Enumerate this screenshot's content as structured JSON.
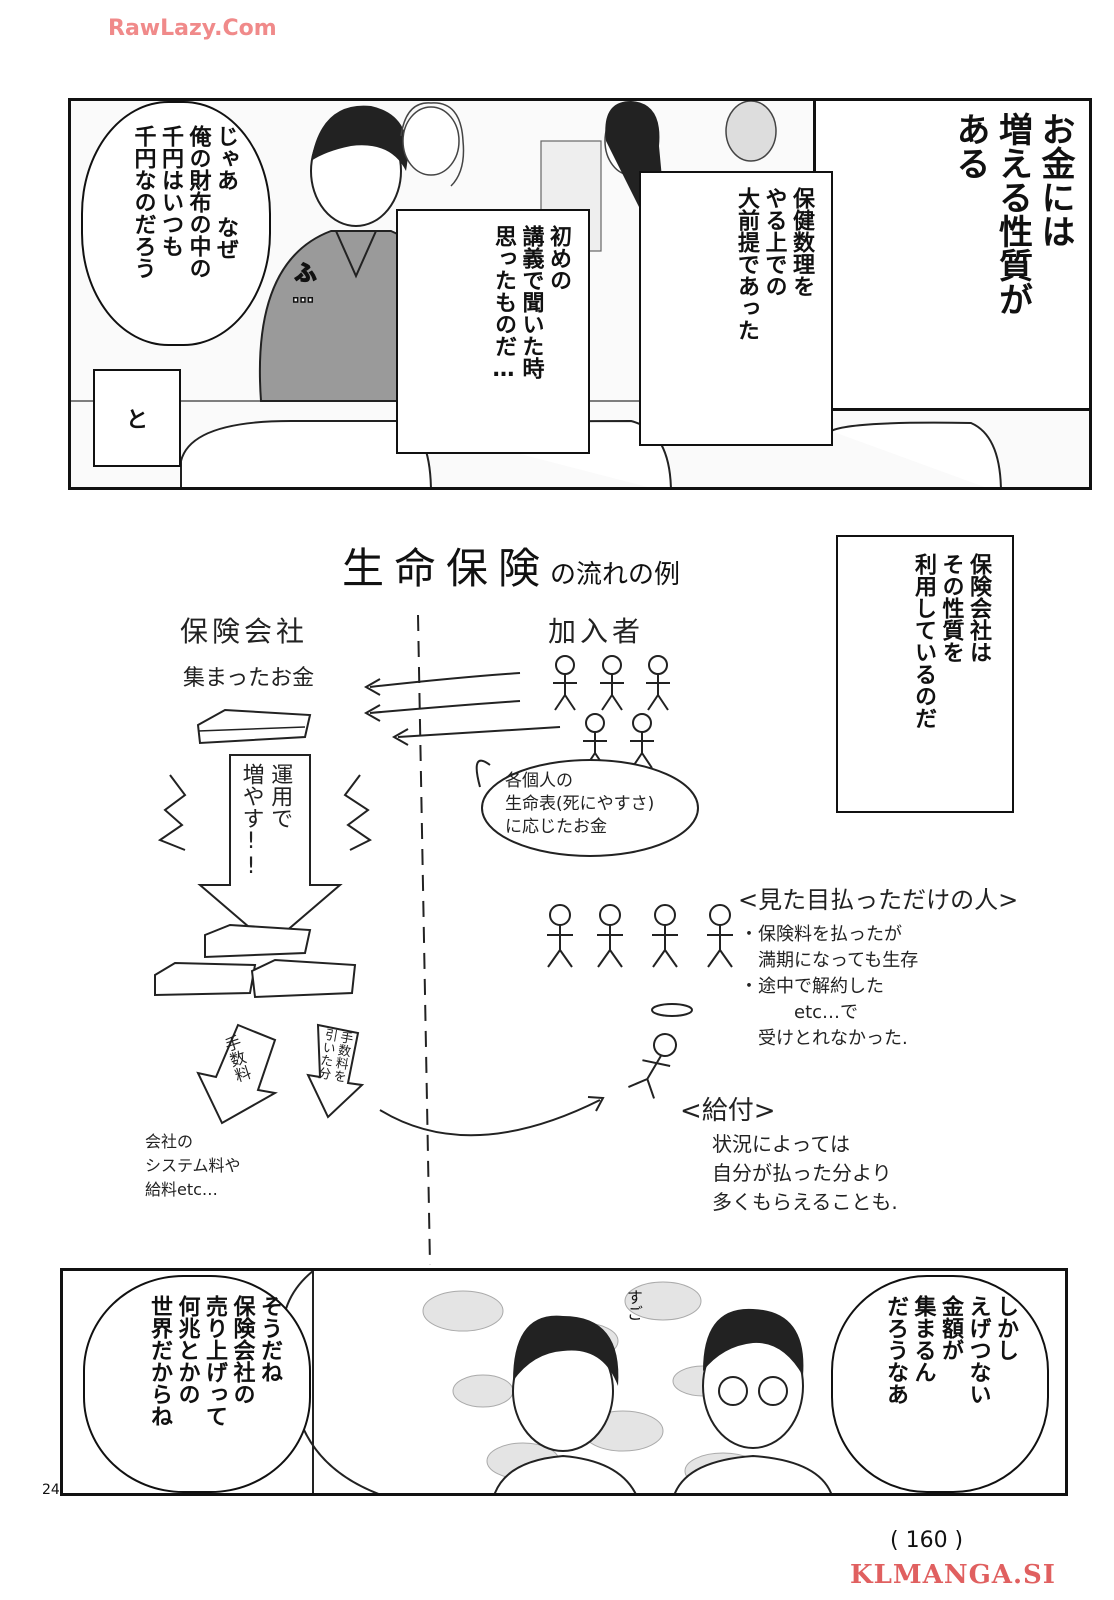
{
  "watermark_top": "RawLazy.Com",
  "watermark_bottom": "KLMANGA.SI",
  "page_num_left": "24",
  "page_num_right": "( 160 )",
  "panel1": {
    "narration_right": "お金には\n増える性質が\nある",
    "narration_mid": "保健数理を\nやる上での\n大前提であった",
    "narration_left": "初めの\n講義で聞いた時\n思ったものだ…",
    "bubble": "じゃあ なぜ\n俺の財布の中の\n千円はいつも\n千円なのだろう",
    "sfx": "ふ…",
    "small_box": "と"
  },
  "diagram": {
    "title_big": "生命保険",
    "title_small": "の流れの例",
    "company_label": "保険会社",
    "collected_money": "集まったお金",
    "member_label": "加入者",
    "member_bubble": "各個人の\n生命表(死にやすさ)\nに応じたお金",
    "arrow_label": "運用で\n増やす!!",
    "fee_arrow": "手数料",
    "net_arrow": "手数料を\n引いた分",
    "fee_note": "会社の\nシステム料や\n給料etc…",
    "side_box": "保険会社は\nその性質を\n利用しているのだ",
    "heading_payonly": "<見た目払っただけの人>",
    "payonly_note": "・保険料を払ったが\n　満期になっても生存\n・途中で解約した\n　　　etc…で\n　受けとれなかった.",
    "heading_benefit": "<給付>",
    "benefit_note": "状況によっては\n自分が払った分より\n多くもらえることも."
  },
  "panel3": {
    "bubble_right": "しかし\nえげつない\n金額が\n集まるん\nだろうなあ",
    "bubble_left": "そうだね\n保険会社の\n売り上げって\n何兆とかの\n世界だからね",
    "sfx": "すご"
  }
}
